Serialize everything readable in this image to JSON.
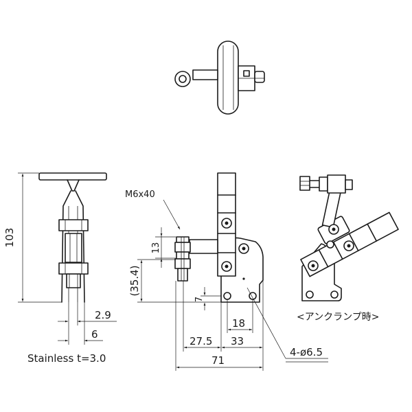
{
  "dimensions": {
    "front_height": "103",
    "thickness_a": "2.9",
    "thickness_b": "6",
    "bolt_spec": "M6x40",
    "bolt_offset": "13",
    "ref_height": "(35.4)",
    "hole_offset_v": "7",
    "hole_pitch": "18",
    "base_offset": "27.5",
    "base_width": "33",
    "overall_width": "71",
    "hole_spec": "4-ø6.5"
  },
  "notes": {
    "material": "Stainless t=3.0",
    "unclamp_caption": "<アンクランプ時>"
  }
}
